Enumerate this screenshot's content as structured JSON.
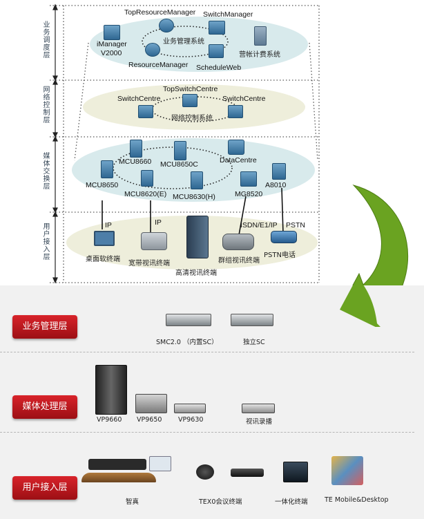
{
  "top_diagram": {
    "layers": [
      {
        "id": "business",
        "label": "业务调度层"
      },
      {
        "id": "network",
        "label": "网络控制层"
      },
      {
        "id": "media",
        "label": "媒体交换层"
      },
      {
        "id": "access",
        "label": "用户接入层"
      }
    ],
    "business": {
      "top_resource_manager": "TopResourceManager",
      "switch_manager": "SwitchManager",
      "imanager_line1": "iManager",
      "imanager_line2": "V2000",
      "business_system": "业务管理系统",
      "resource_manager": "ResourceManager",
      "schedule_web": "ScheduleWeb",
      "billing": "营帐计费系统"
    },
    "network": {
      "top_switch_centre": "TopSwitchCentre",
      "switch_centre_left": "SwitchCentre",
      "switch_centre_right": "SwitchCentre",
      "network_control": "网络控制系统"
    },
    "media": {
      "mcu8660": "MCU8660",
      "mcu8650c": "MCU8650C",
      "datacentre": "DataCentre",
      "mcu8650": "MCU8650",
      "mcu8620e": "MCU8620(E)",
      "mcu8630h": "MCU8630(H)",
      "mg8520": "MG8520",
      "a8010": "A8010"
    },
    "access": {
      "ip_1": "IP",
      "ip_2": "IP",
      "isdn": "ISDN/E1/IP",
      "pstn": "PSTN",
      "desktop": "桌面软终端",
      "broadband": "宽带视讯终端",
      "hd": "高清视讯终端",
      "group": "群组视讯终端",
      "pstn_phone": "PSTN电话"
    }
  },
  "bottom_panel": {
    "business_layer": {
      "badge": "业务管理层",
      "items": [
        "SMC2.0 （内置SC）",
        "独立SC"
      ]
    },
    "media_layer": {
      "badge": "媒体处理层",
      "items": [
        "VP9660",
        "VP9650",
        "VP9630",
        "视讯录播"
      ]
    },
    "access_layer": {
      "badge": "用户接入层",
      "items": [
        "智真",
        "TEX0会议终端",
        "一体化终端",
        "TE Mobile&Desktop"
      ]
    },
    "colors": {
      "badge_red": "#c8181e",
      "arrow_green": "#6aa321"
    }
  }
}
